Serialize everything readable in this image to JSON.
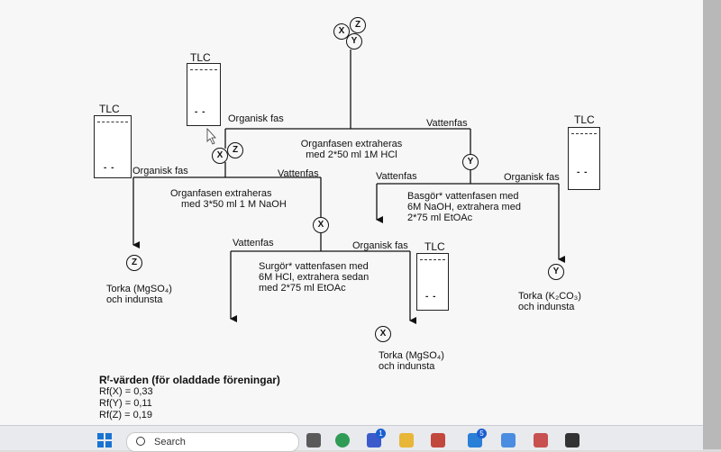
{
  "diagram": {
    "start_circles": [
      "X",
      "Z",
      "Y"
    ],
    "tlc_label": "TLC",
    "organisk_fas": "Organisk fas",
    "vattenfas": "Vattenfas",
    "step1_text": [
      "Organfasen extraheras",
      "med 2*50 ml 1M HCl"
    ],
    "step2_left_text": [
      "Organfasen extraheras",
      "med 3*50 ml 1 M NaOH"
    ],
    "step2_right_text": [
      "Basgör* vattenfasen med",
      "6M NaOH, extrahera med",
      "2*75 ml EtOAc"
    ],
    "step3_text": [
      "Surgör* vattenfasen med",
      "6M HCl, extrahera sedan",
      "med 2*75 ml EtOAc"
    ],
    "spot_marks": "- -",
    "circles": {
      "x": "X",
      "y": "Y",
      "z": "Z"
    },
    "end_z": {
      "line1": "Torka (MgSO₄)",
      "line2": "och indunsta"
    },
    "end_y": {
      "line1": "Torka (K₂CO₃)",
      "line2": "och indunsta"
    },
    "end_x": {
      "line1": "Torka (MgSO₄)",
      "line2": "och indunsta"
    },
    "rf_title": "Rᶠ-värden (för oladdade föreningar)",
    "rf_values": [
      "Rf(X) = 0,33",
      "Rf(Y) = 0,11",
      "Rf(Z) = 0,19"
    ]
  },
  "taskbar": {
    "search_placeholder": "Search",
    "badges": [
      "1",
      "5"
    ]
  },
  "colors": {
    "screen": "#f7f7f7",
    "ink": "#111111",
    "taskbar": "#e8eaee",
    "accent": "#1a73d1"
  }
}
